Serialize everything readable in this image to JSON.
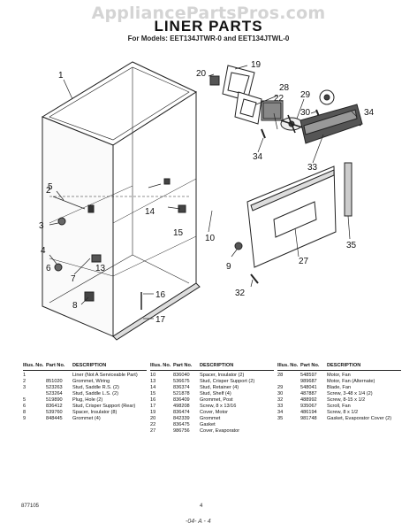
{
  "watermark": "AppliancePartsPros.com",
  "title": "LINER PARTS",
  "subtitle": "For Models: EET134JTWR-0 and EET134JTWL-0",
  "callouts": [
    "1",
    "2",
    "3",
    "4",
    "5",
    "6",
    "7",
    "8",
    "9",
    "10",
    "13",
    "14",
    "15",
    "16",
    "17",
    "19",
    "20",
    "22",
    "27",
    "28",
    "29",
    "30",
    "32",
    "33",
    "34",
    "35"
  ],
  "table_headers": {
    "illus": "Illus. No.",
    "part": "Part No.",
    "desc": "DESCRIPTION"
  },
  "columns": [
    [
      {
        "illus": "1",
        "part": "",
        "desc": "Liner (Not A Serviceable Part)"
      },
      {
        "illus": "2",
        "part": "851020",
        "desc": "Grommet, Wiring"
      },
      {
        "illus": "3",
        "part": "523263",
        "desc": "Stud, Saddle R.S. (2)"
      },
      {
        "illus": "",
        "part": "523264",
        "desc": "Stud, Saddle L.S. (2)"
      },
      {
        "illus": "5",
        "part": "519890",
        "desc": "Plug, Hole (2)"
      },
      {
        "illus": "6",
        "part": "836412",
        "desc": "Stud, Crisper Support (Rear)"
      },
      {
        "illus": "8",
        "part": "539760",
        "desc": "Spacer, Insulator (8)"
      },
      {
        "illus": "9",
        "part": "848445",
        "desc": "Grommet (4)"
      }
    ],
    [
      {
        "illus": "10",
        "part": "836040",
        "desc": "Spacer, Insulator (2)"
      },
      {
        "illus": "13",
        "part": "536675",
        "desc": "Stud, Crisper Support (2)"
      },
      {
        "illus": "14",
        "part": "836374",
        "desc": "Stud, Retainer (4)"
      },
      {
        "illus": "15",
        "part": "521878",
        "desc": "Stud, Shelf (4)"
      },
      {
        "illus": "16",
        "part": "836409",
        "desc": "Grommet, Post"
      },
      {
        "illus": "17",
        "part": "498208",
        "desc": "Screw, 8 x 13/16"
      },
      {
        "illus": "19",
        "part": "836474",
        "desc": "Cover, Motor"
      },
      {
        "illus": "20",
        "part": "842339",
        "desc": "Grommet"
      },
      {
        "illus": "22",
        "part": "836475",
        "desc": "Gasket"
      },
      {
        "illus": "27",
        "part": "986756",
        "desc": "Cover, Evaporator"
      }
    ],
    [
      {
        "illus": "28",
        "part": "548597",
        "desc": "Motor, Fan"
      },
      {
        "illus": "",
        "part": "989687",
        "desc": "Motor, Fan (Alternate)"
      },
      {
        "illus": "29",
        "part": "548041",
        "desc": "Blade, Fan"
      },
      {
        "illus": "30",
        "part": "487887",
        "desc": "Screw, 3-48 x 1/4 (2)"
      },
      {
        "illus": "32",
        "part": "488992",
        "desc": "Screw, 8-15 x 1/2"
      },
      {
        "illus": "33",
        "part": "935067",
        "desc": "Scroll, Fan"
      },
      {
        "illus": "34",
        "part": "486194",
        "desc": "Screw, 8 x 1/2"
      },
      {
        "illus": "35",
        "part": "981748",
        "desc": "Gasket, Evaporator Cover (2)"
      }
    ]
  ],
  "footer": {
    "code": "877105",
    "page": "4",
    "handwritten": "-04- A - 4"
  }
}
